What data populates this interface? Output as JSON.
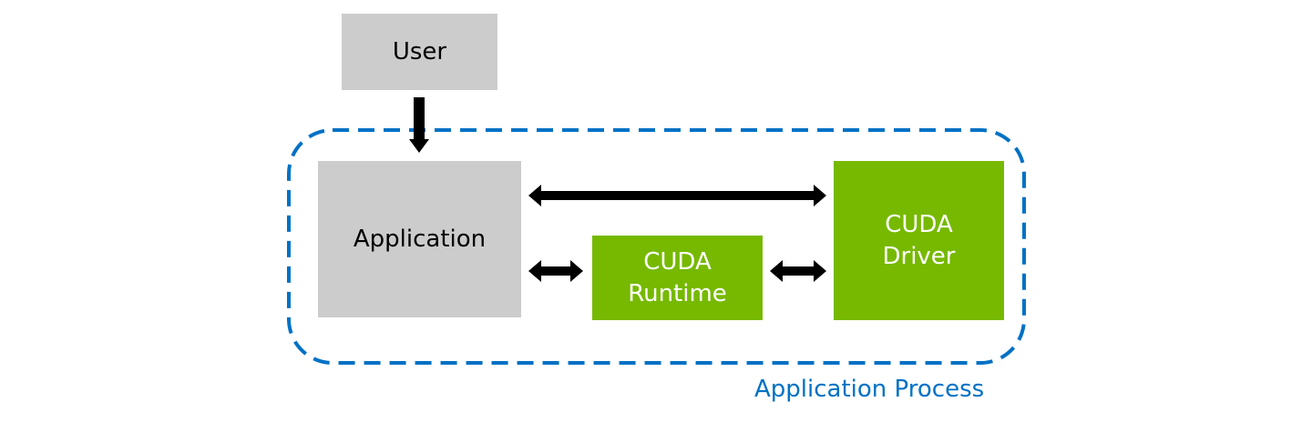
{
  "boxes": {
    "user": "User",
    "application": "Application",
    "runtime": "CUDA\nRuntime",
    "driver": "CUDA\nDriver"
  },
  "process_label": "Application Process",
  "colors": {
    "gray_box": "#cccccc",
    "green_box": "#76b900",
    "process_border": "#0071c5",
    "arrow": "#000000"
  }
}
